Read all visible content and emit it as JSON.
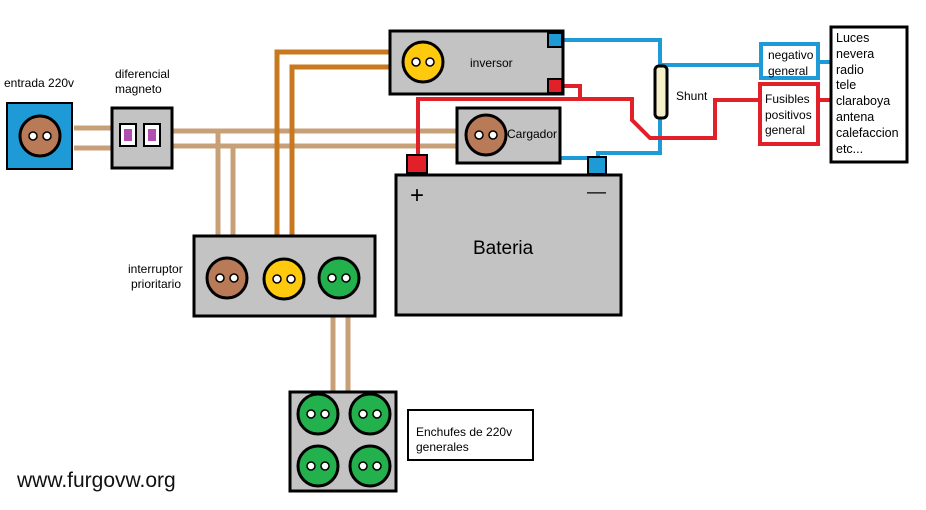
{
  "labels": {
    "entrada": "entrada 220v",
    "diferencial_line1": "diferencial",
    "diferencial_line2": "magneto",
    "inversor": "inversor",
    "cargador": "Cargador",
    "shunt": "Shunt",
    "bateria": "Bateria",
    "bateria_plus": "+",
    "bateria_minus": "—",
    "interruptor_line1": "interruptor",
    "interruptor_line2": "prioritario",
    "negativo_line1": "negativo",
    "negativo_line2": "general",
    "fusibles_line1": "Fusibles",
    "fusibles_line2": "positivos",
    "fusibles_line3": "general",
    "enchufes_line1": "Enchufes de 220v",
    "enchufes_line2": "generales",
    "watermark": "www.furgovw.org"
  },
  "consumers": [
    "Luces",
    "nevera",
    "radio",
    "tele",
    "claraboya",
    "antena",
    "calefaccion",
    "etc..."
  ],
  "colors": {
    "ac_wire": "#c8a078",
    "inverter_wire": "#c8781e",
    "negative_wire": "#1e9bd7",
    "positive_wire": "#e1202a",
    "box_gray": "#c3c3c3",
    "socket_brown": "#b97a57",
    "socket_yellow": "#ffc90e",
    "socket_green": "#22b14c",
    "entrada_bg": "#1e9bd7"
  }
}
